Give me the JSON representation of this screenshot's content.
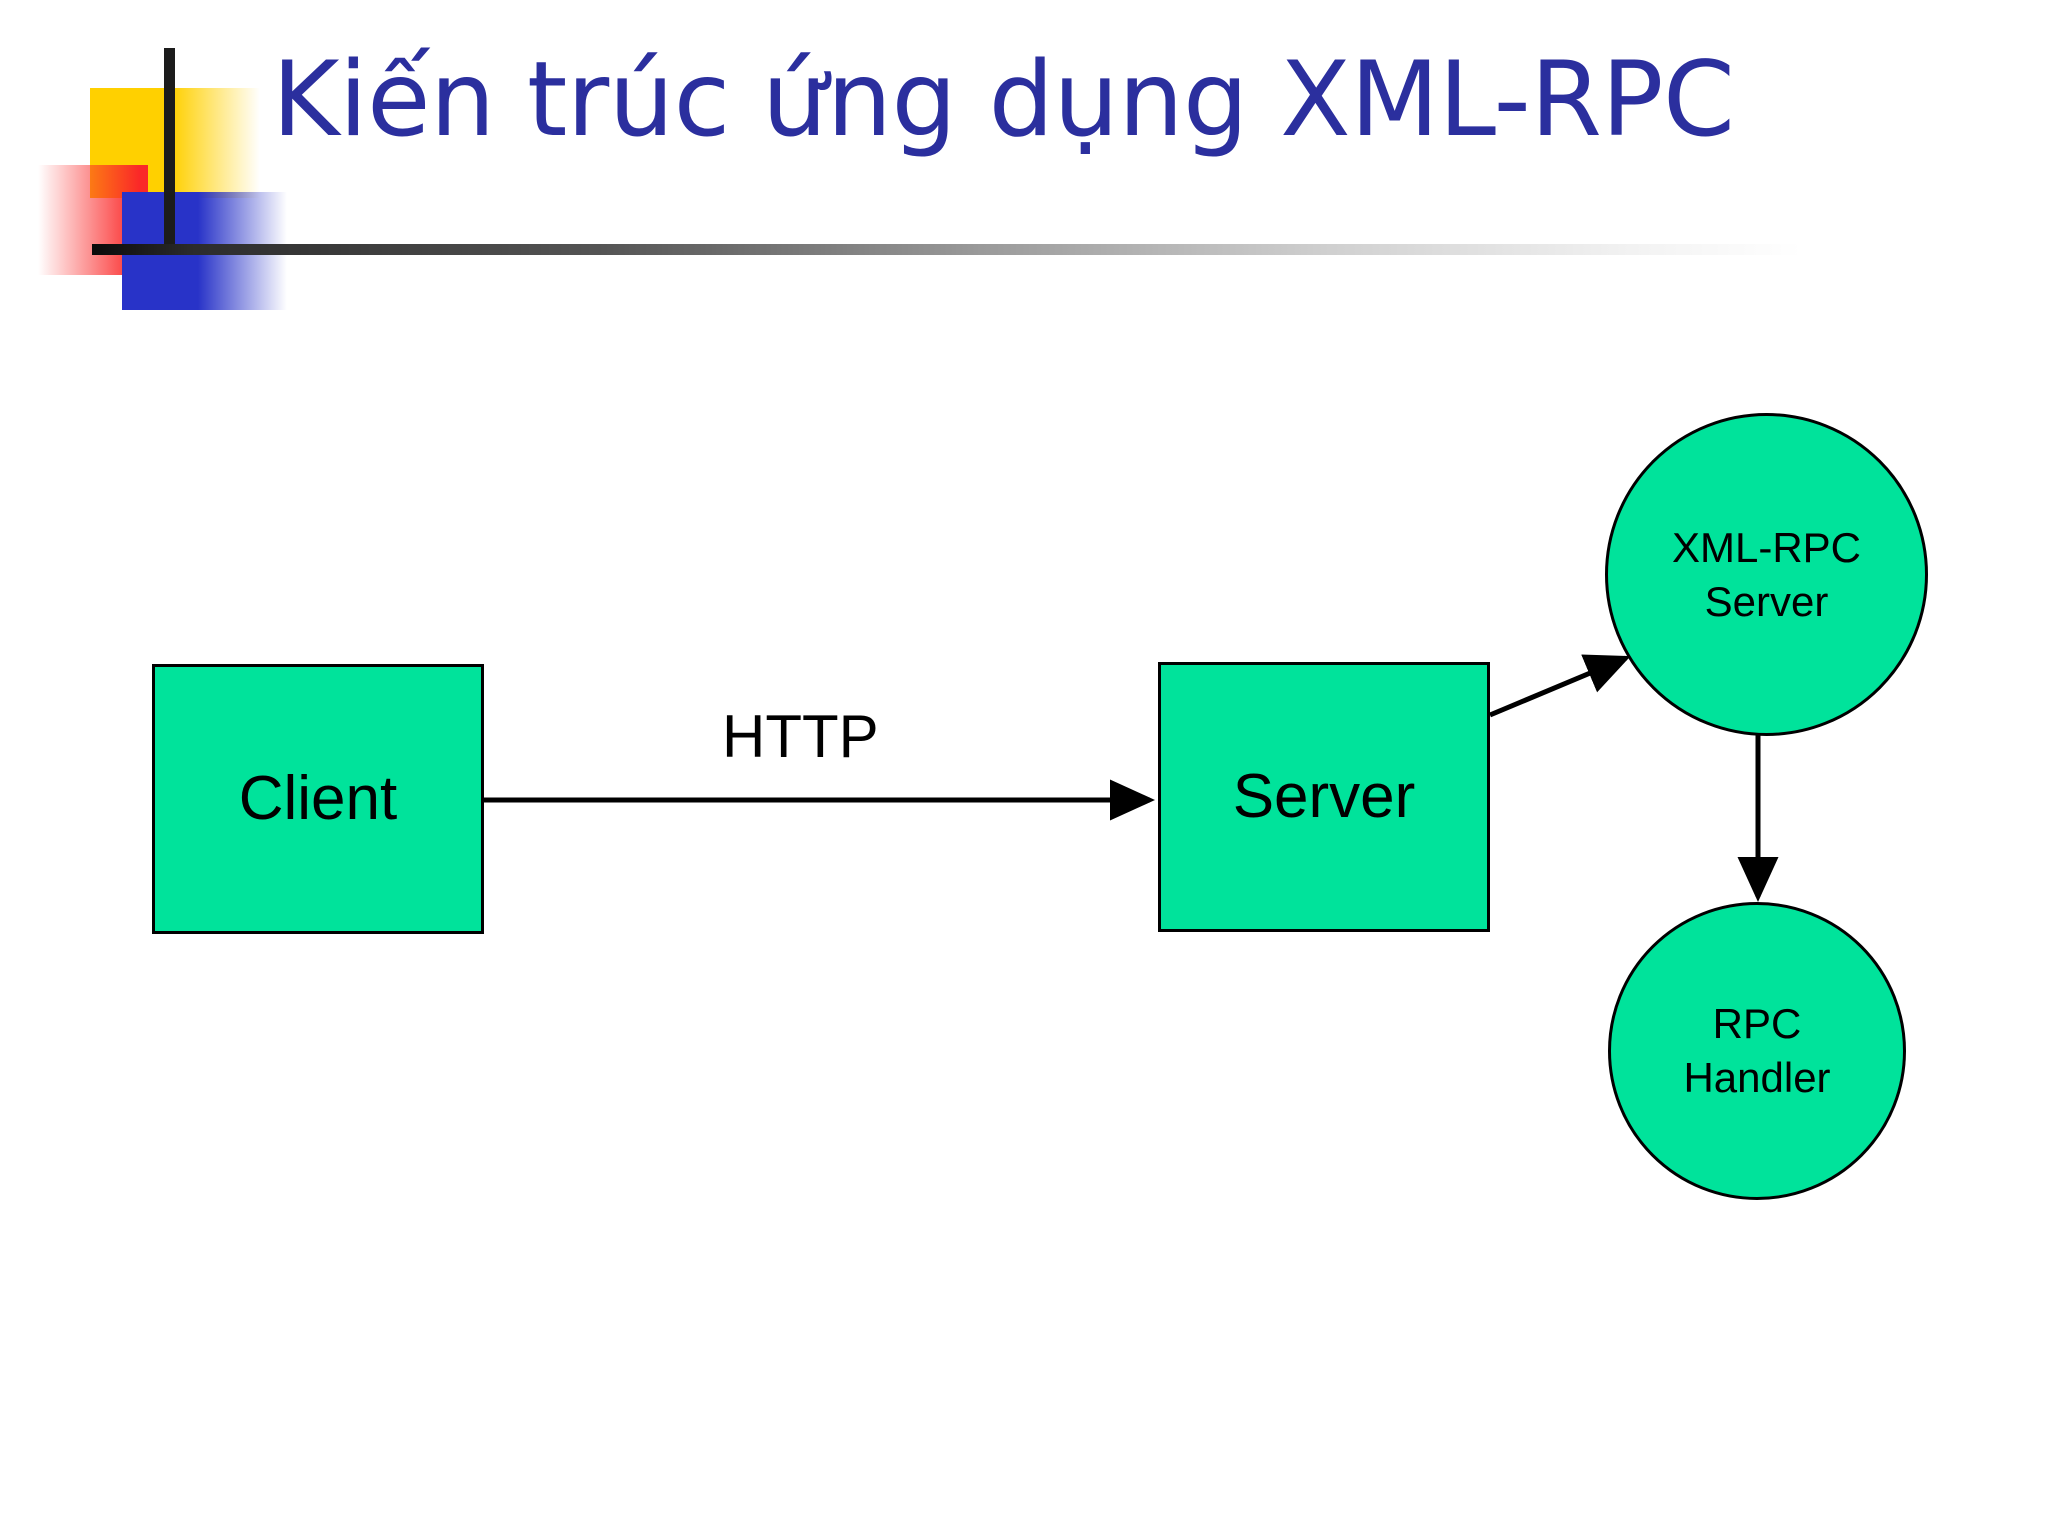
{
  "slide": {
    "title": "Kiến trúc ứng dụng XML-RPC",
    "title_color": "#2B2F9E",
    "background_color": "#ffffff"
  },
  "logo": {
    "yellow_color": "#FFD000",
    "red_color": "#FA2828",
    "blue_color": "#2833C8",
    "bar_color": "#1c1c1c"
  },
  "diagram": {
    "node_fill": "#00E39B",
    "node_stroke": "#000000",
    "nodes": [
      {
        "id": "client",
        "shape": "rect",
        "label": "Client"
      },
      {
        "id": "server",
        "shape": "rect",
        "label": "Server"
      },
      {
        "id": "xmlrpc-server",
        "shape": "circle",
        "label_line1": "XML-RPC",
        "label_line2": "Server"
      },
      {
        "id": "rpc-handler",
        "shape": "circle",
        "label_line1": "RPC",
        "label_line2": "Handler"
      }
    ],
    "edges": [
      {
        "from": "client",
        "to": "server",
        "label": "HTTP",
        "style": "arrow-right"
      },
      {
        "from": "server",
        "to": "xmlrpc-server",
        "label": "",
        "style": "arrow-diagonal-up"
      },
      {
        "from": "xmlrpc-server",
        "to": "rpc-handler",
        "label": "",
        "style": "arrow-down"
      }
    ]
  }
}
